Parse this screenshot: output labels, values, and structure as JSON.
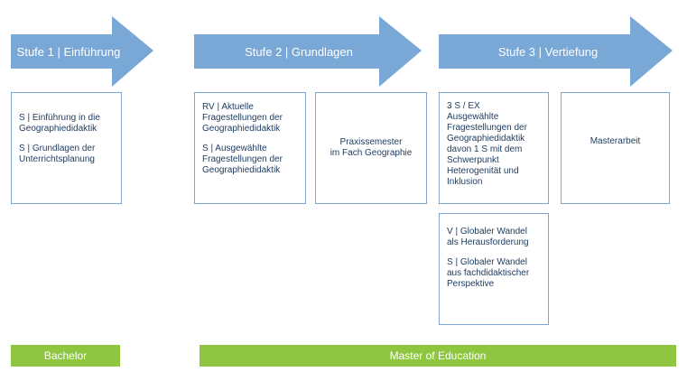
{
  "stages": [
    {
      "label": "Stufe 1 | Einführung"
    },
    {
      "label": "Stufe 2 | Grundlagen"
    },
    {
      "label": "Stufe 3 | Vertiefung"
    }
  ],
  "boxes": {
    "stage1": [
      "S | Einführung in die Geographiedidaktik",
      "S | Grundlagen der Unterrichtsplanung"
    ],
    "stage2_left": [
      "RV | Aktuelle Fragestellungen der Geographiedidaktik",
      "S  | Ausgewählte Fragestellungen der Geographiedidaktik"
    ],
    "stage2_right": [
      "Praxissemester",
      "im Fach Geographie"
    ],
    "stage3_left": [
      "3 S / EX",
      "Ausgewählte Fragestellungen der Geographiedidaktik davon 1 S mit dem Schwerpunkt Heterogenität und Inklusion"
    ],
    "stage3_lower": [
      "V | Globaler Wandel als Herausforderung",
      "S | Globaler Wandel aus fachdidaktischer Perspektive"
    ],
    "stage3_right": "Masterarbeit"
  },
  "degrees": {
    "bachelor": "Bachelor",
    "master": "Master of Education"
  },
  "colors": {
    "arrow": "#79a7d6",
    "box_border": "#7ea6d2",
    "text": "#1c3a5e",
    "degree_bar": "#8ec63f"
  }
}
